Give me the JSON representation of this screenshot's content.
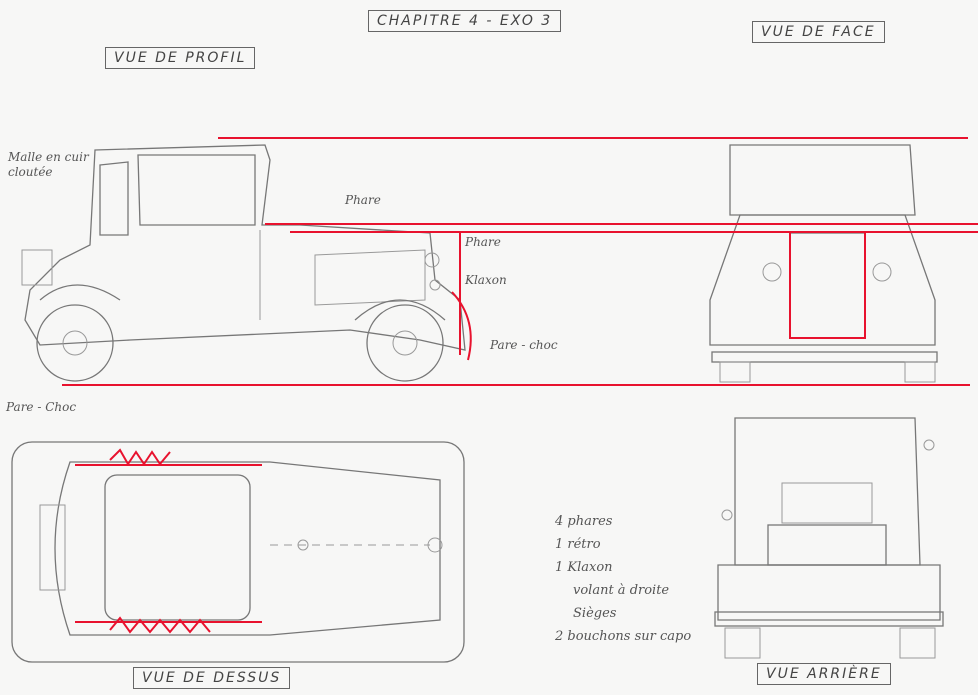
{
  "title": "CHAPITRE 4 - EXO 3",
  "views": {
    "profile": "VUE DE PROFIL",
    "front": "VUE DE FACE",
    "top": "VUE DE DESSUS",
    "rear": "VUE ARRIÈRE"
  },
  "annotations": {
    "trunk": "Malle en cuir cloutée",
    "headlight_top": "Phare",
    "headlight": "Phare",
    "horn": "Klaxon",
    "bumper_front": "Pare - choc",
    "bumper_rear": "Pare - Choc"
  },
  "features": [
    "4 phares",
    "1 rétro",
    "1 Klaxon",
    "volant à droite",
    "Sièges",
    "2 bouchons sur capo"
  ],
  "colors": {
    "construction_lines": "#e8122e",
    "pencil": "#777777",
    "paper": "#f7f7f6"
  }
}
